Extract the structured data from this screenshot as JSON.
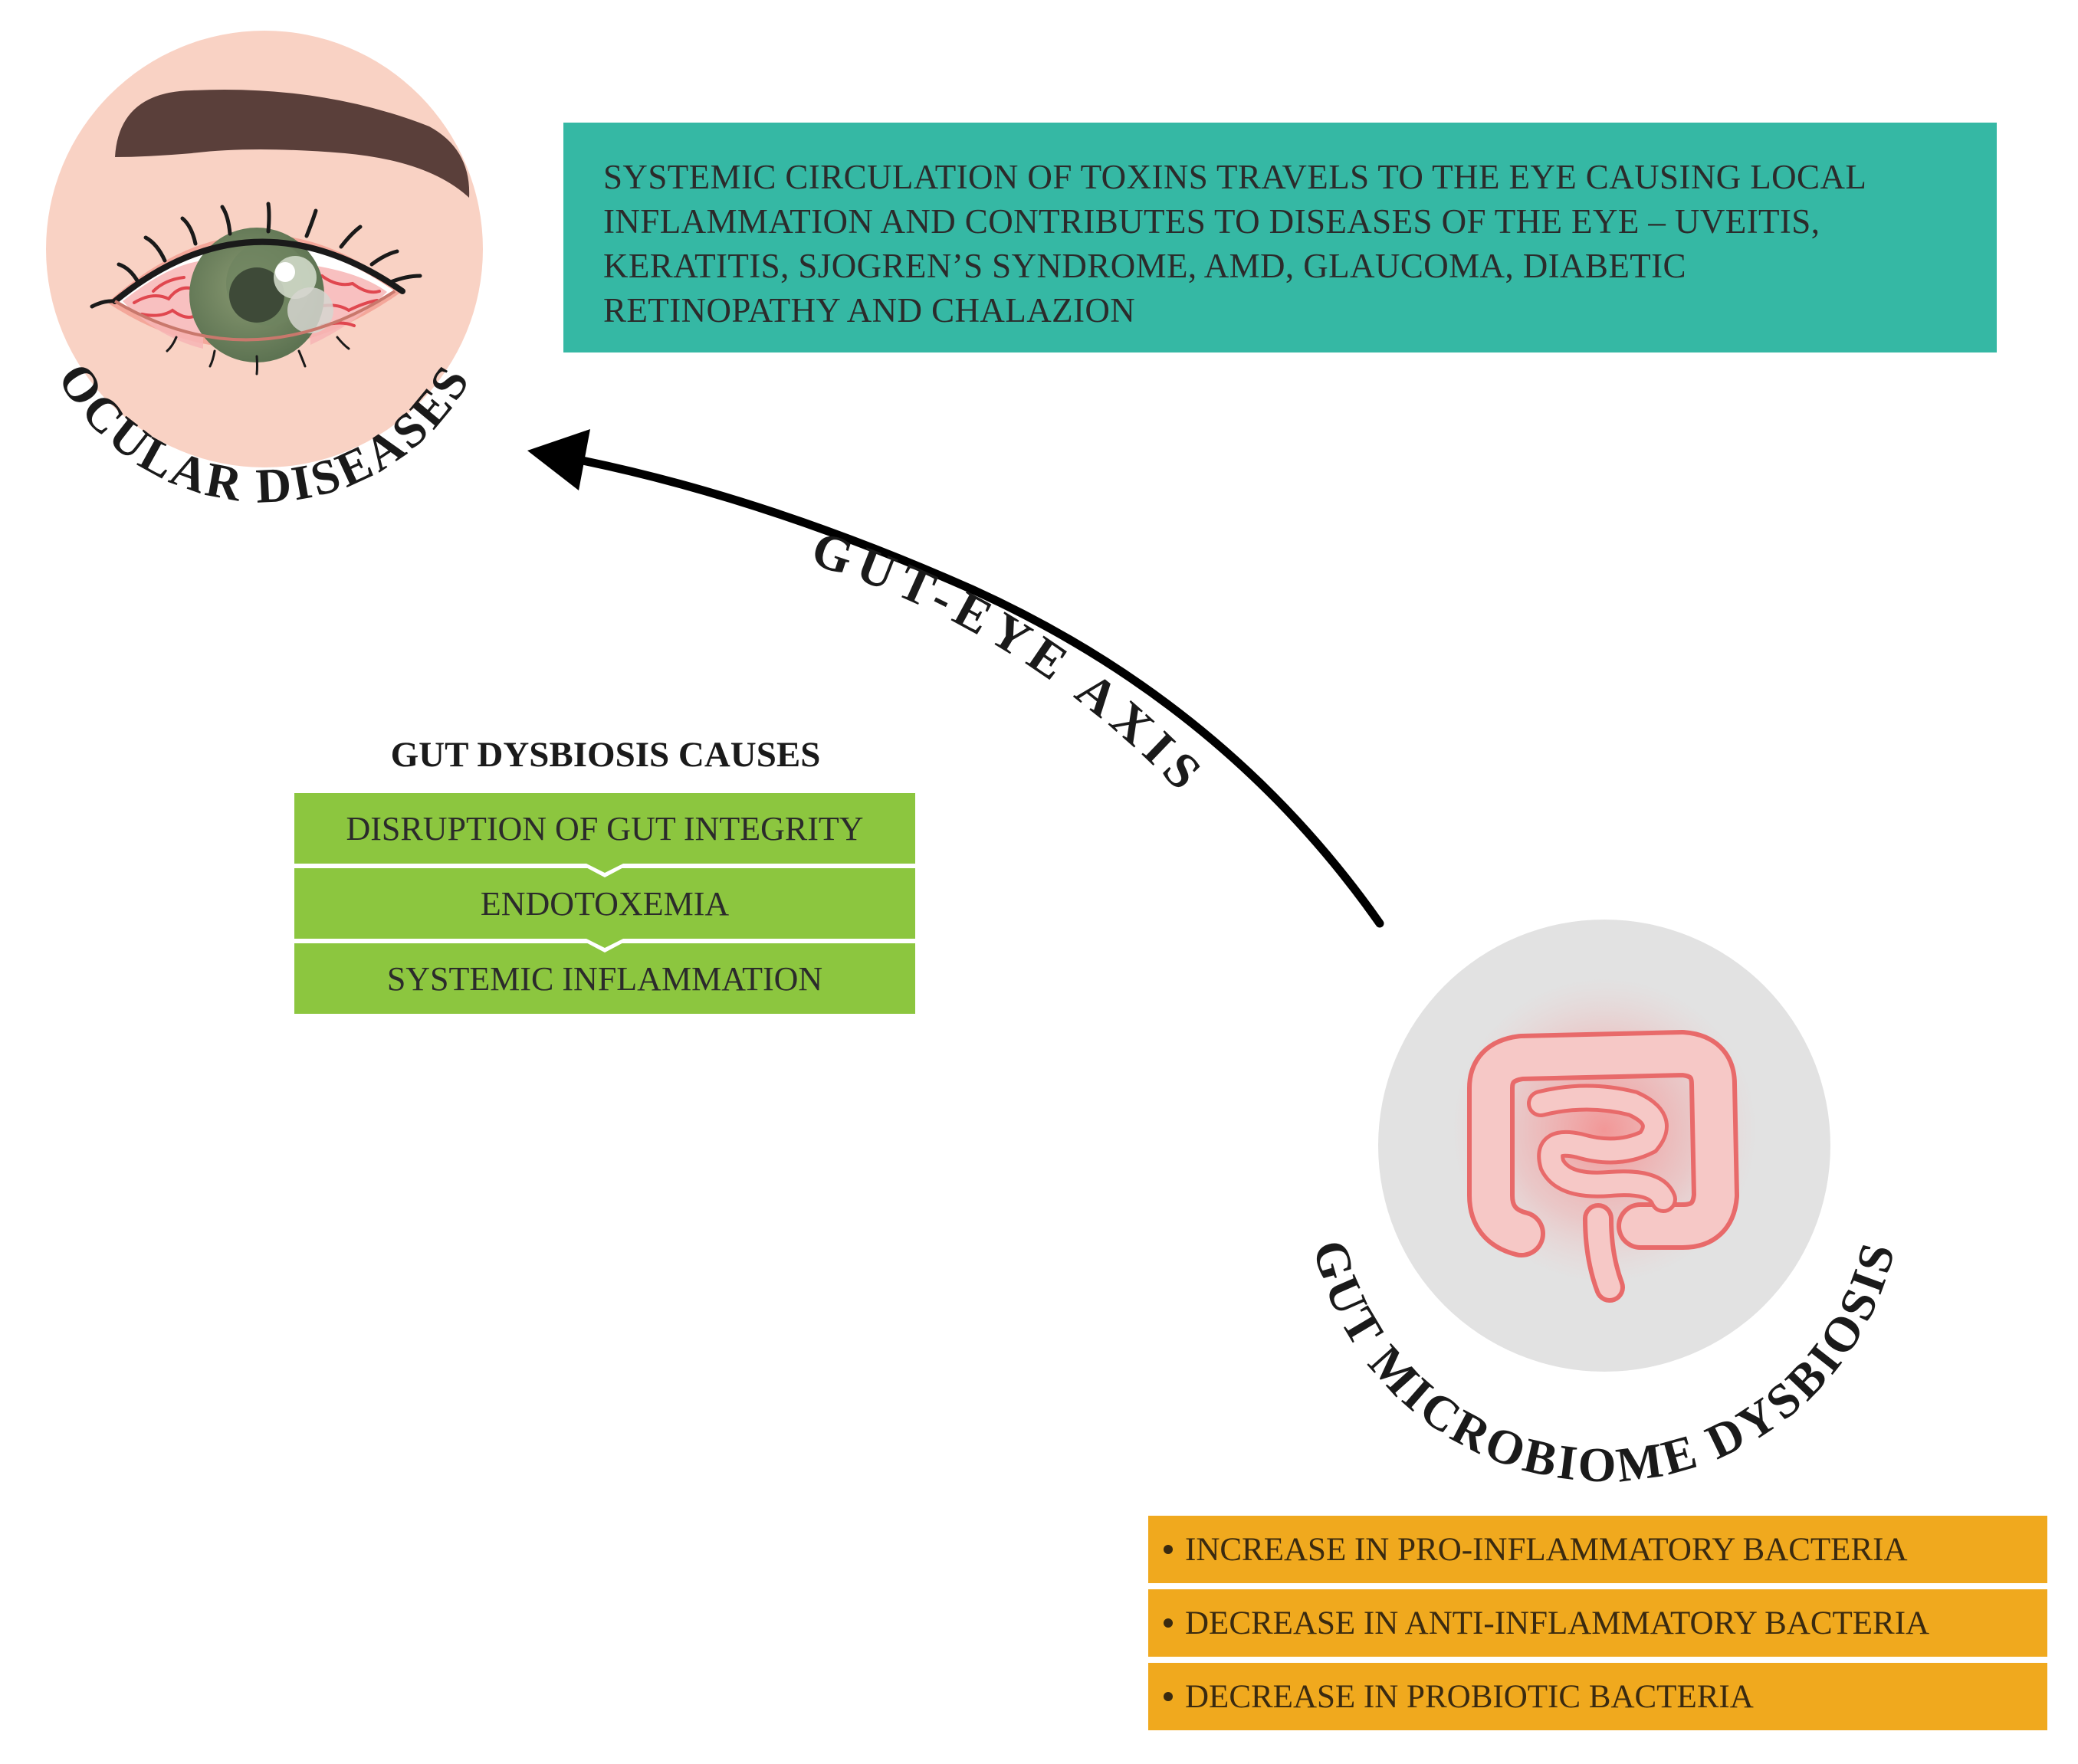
{
  "ocular": {
    "title": "OCULAR DISEASES",
    "icon": "red-inflamed-eye-icon"
  },
  "info_box": {
    "lines": [
      "SYSTEMIC CIRCULATION OF TOXINS TRAVELS TO THE EYE  CAUSING LOCAL",
      "INFLAMMATION AND CONTRIBUTES TO DISEASES  OF THE EYE – UVEITIS,",
      "KERATITIS, SJOGREN’S SYNDROME,  AMD, GLAUCOMA, DIABETIC",
      "RETINOPATHY AND CHALAZION"
    ],
    "color": "#35b8a4"
  },
  "axis": {
    "label": "GUT-EYE AXIS"
  },
  "causes": {
    "title": "GUT DYSBIOSIS CAUSES",
    "items": [
      "DISRUPTION OF GUT INTEGRITY",
      "ENDOTOXEMIA",
      "SYSTEMIC INFLAMMATION"
    ],
    "color": "#8cc63f"
  },
  "gut": {
    "title": "GUT MICROBIOME DYSBIOSIS",
    "icon": "inflamed-intestines-icon"
  },
  "bacteria": {
    "items": [
      "INCREASE IN PRO-INFLAMMATORY BACTERIA",
      "DECREASE IN ANTI-INFLAMMATORY BACTERIA",
      "DECREASE IN PROBIOTIC BACTERIA"
    ],
    "color": "#f0a91e"
  }
}
